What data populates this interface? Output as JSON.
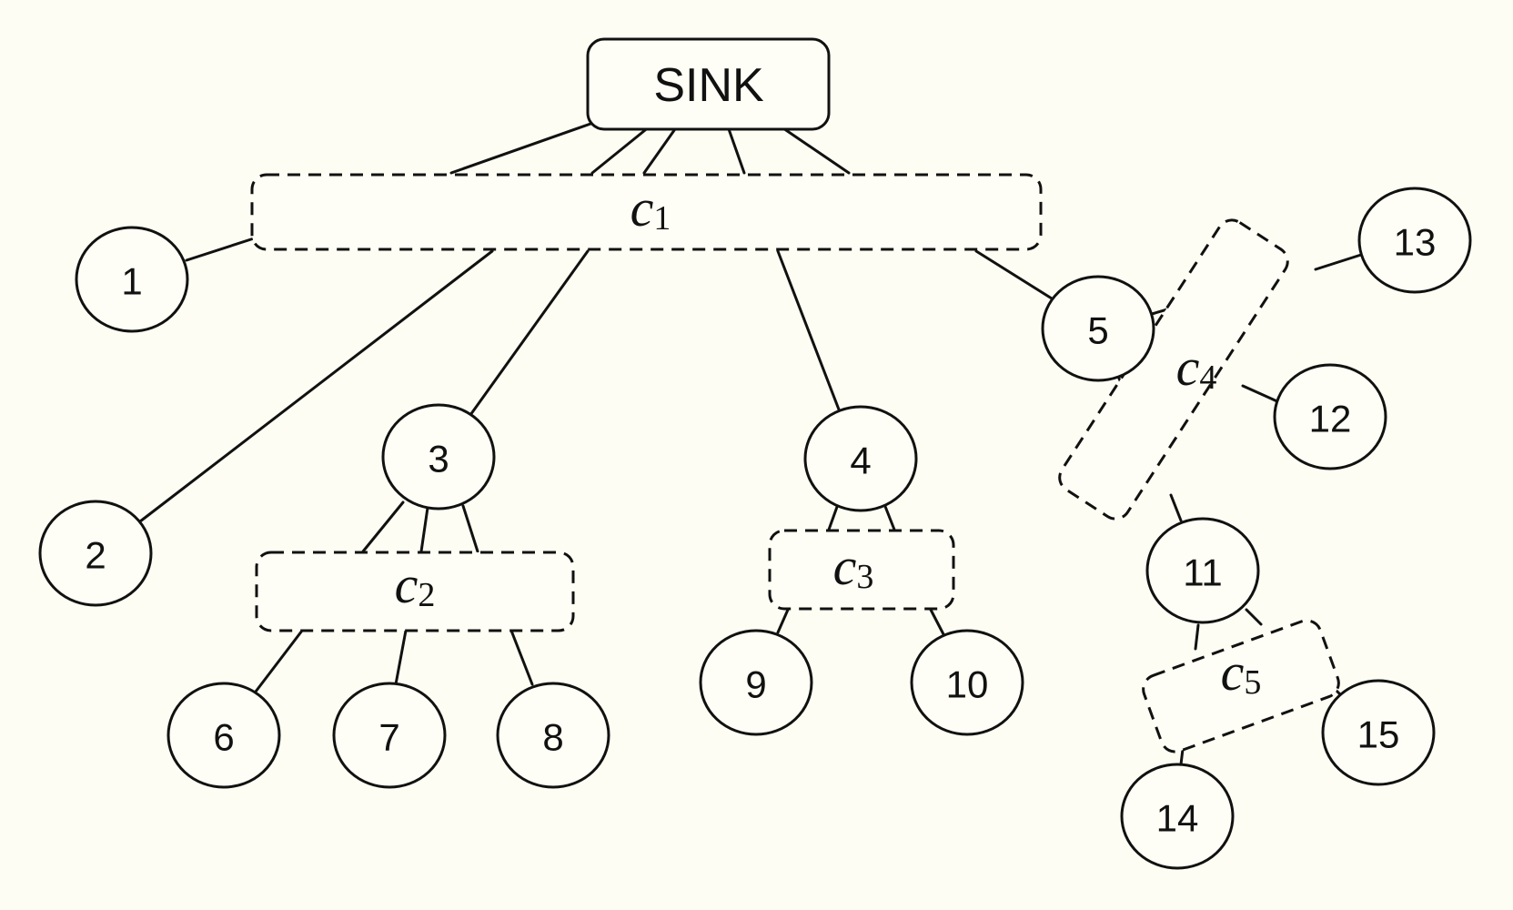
{
  "sink": {
    "label": "SINK"
  },
  "clusters": [
    {
      "id": "c1",
      "base": "c",
      "sub": "1"
    },
    {
      "id": "c2",
      "base": "c",
      "sub": "2"
    },
    {
      "id": "c3",
      "base": "c",
      "sub": "3"
    },
    {
      "id": "c4",
      "base": "c",
      "sub": "4"
    },
    {
      "id": "c5",
      "base": "c",
      "sub": "5"
    }
  ],
  "nodes": [
    {
      "id": "1",
      "label": "1"
    },
    {
      "id": "2",
      "label": "2"
    },
    {
      "id": "3",
      "label": "3"
    },
    {
      "id": "4",
      "label": "4"
    },
    {
      "id": "5",
      "label": "5"
    },
    {
      "id": "6",
      "label": "6"
    },
    {
      "id": "7",
      "label": "7"
    },
    {
      "id": "8",
      "label": "8"
    },
    {
      "id": "9",
      "label": "9"
    },
    {
      "id": "10",
      "label": "10"
    },
    {
      "id": "11",
      "label": "11"
    },
    {
      "id": "12",
      "label": "12"
    },
    {
      "id": "13",
      "label": "13"
    },
    {
      "id": "14",
      "label": "14"
    },
    {
      "id": "15",
      "label": "15"
    }
  ]
}
